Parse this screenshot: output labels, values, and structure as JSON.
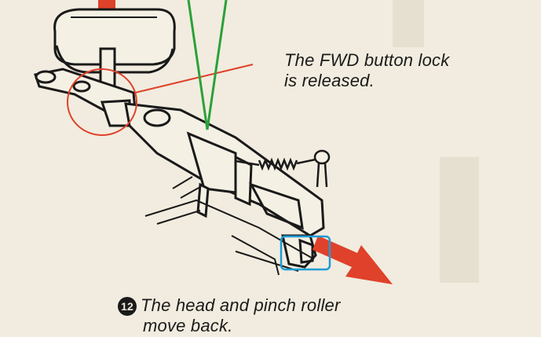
{
  "callout_top": {
    "line1": "The FWD button lock",
    "line2": "is released."
  },
  "callout_bottom": {
    "step_number": "12",
    "line1": "The head and pinch roller",
    "line2": "move back."
  },
  "colors": {
    "background": "#f1ecdf",
    "line_art": "#1a1a1a",
    "callout_red": "#e0412a",
    "arrow_red": "#e0412a",
    "marker_green": "#2aa13a",
    "highlight_blue": "#1f9bd6"
  }
}
